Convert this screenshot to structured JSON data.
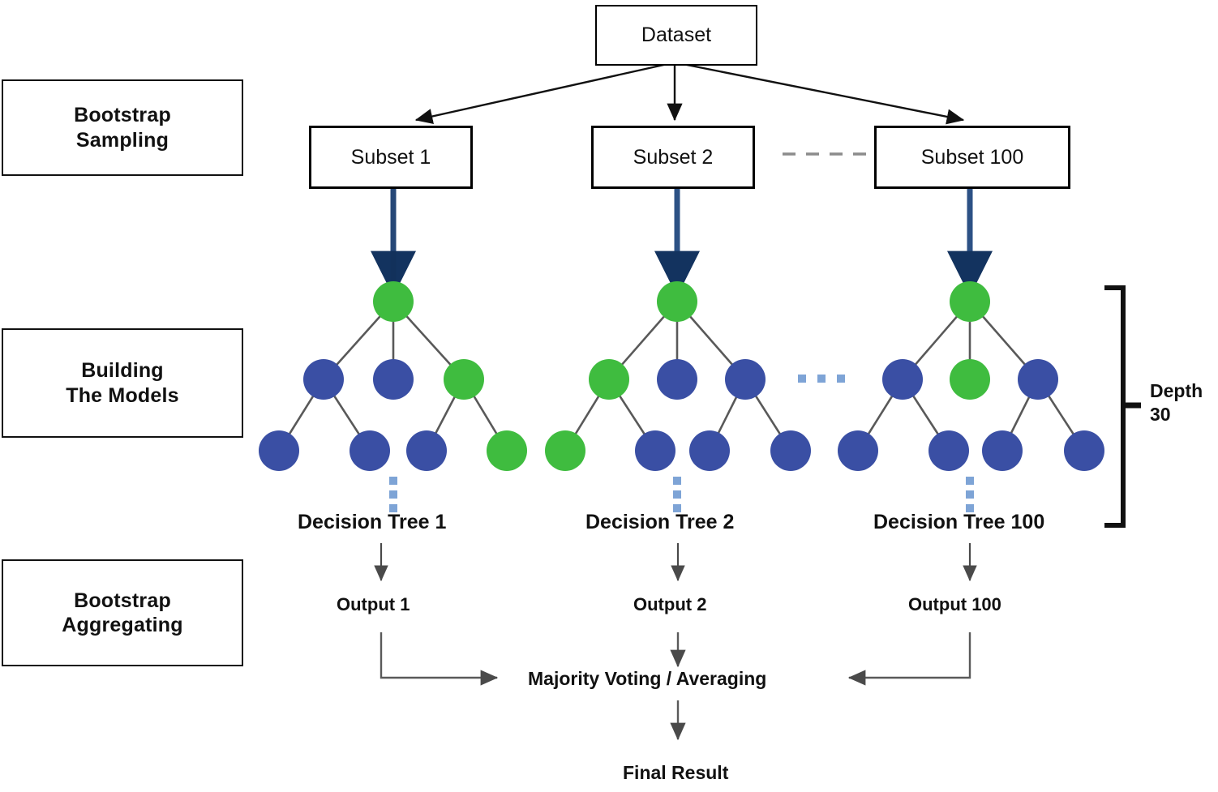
{
  "diagram": {
    "title_nodes": {
      "dataset": "Dataset"
    },
    "stage_labels": [
      {
        "id": "bootstrap-sampling",
        "text": "Bootstrap\nSampling",
        "line1": "Bootstrap",
        "line2": "Sampling"
      },
      {
        "id": "building-the-models",
        "text": "Building\nThe Models",
        "line1": "Building",
        "line2": "The Models"
      },
      {
        "id": "bootstrap-aggregating",
        "text": "Bootstrap\nAggregating",
        "line1": "Bootstrap",
        "line2": "Aggregating"
      }
    ],
    "subsets": [
      {
        "id": "subset-1",
        "label": "Subset 1"
      },
      {
        "id": "subset-2",
        "label": "Subset 2"
      },
      {
        "id": "subset-100",
        "label": "Subset 100"
      }
    ],
    "trees": [
      {
        "id": "decision-tree-1",
        "label": "Decision Tree 1",
        "output": "Output 1",
        "root": "green",
        "level2": [
          "blue",
          "blue",
          "green"
        ],
        "leaves": [
          "blue",
          "blue",
          "blue",
          "green"
        ]
      },
      {
        "id": "decision-tree-2",
        "label": "Decision Tree 2",
        "output": "Output 2",
        "root": "green",
        "level2": [
          "green",
          "blue",
          "blue"
        ],
        "leaves": [
          "green",
          "blue",
          "blue",
          "blue"
        ]
      },
      {
        "id": "decision-tree-100",
        "label": "Decision Tree 100",
        "output": "Output 100",
        "root": "green",
        "level2": [
          "blue",
          "green",
          "blue"
        ],
        "leaves": [
          "blue",
          "blue",
          "blue",
          "blue"
        ]
      }
    ],
    "depth_bracket": {
      "line1": "Depth",
      "line2": "30"
    },
    "aggregation": {
      "label": "Majority Voting / Averaging"
    },
    "final": {
      "label": "Final Result"
    },
    "ellipsis": {
      "horizontal_between_trees": "3 squares",
      "vertical_under_tree": "3 squares",
      "dashed_between_subsets": "4 dashes"
    },
    "colors": {
      "node_green": "#3fbc3f",
      "node_blue": "#3a4fa4",
      "ellipsis_blue": "#7ea4d6",
      "arrow_thick_blue": "#2a4a7c",
      "edge_gray": "#595959",
      "outline_black": "#111111",
      "background": "#ffffff"
    }
  }
}
